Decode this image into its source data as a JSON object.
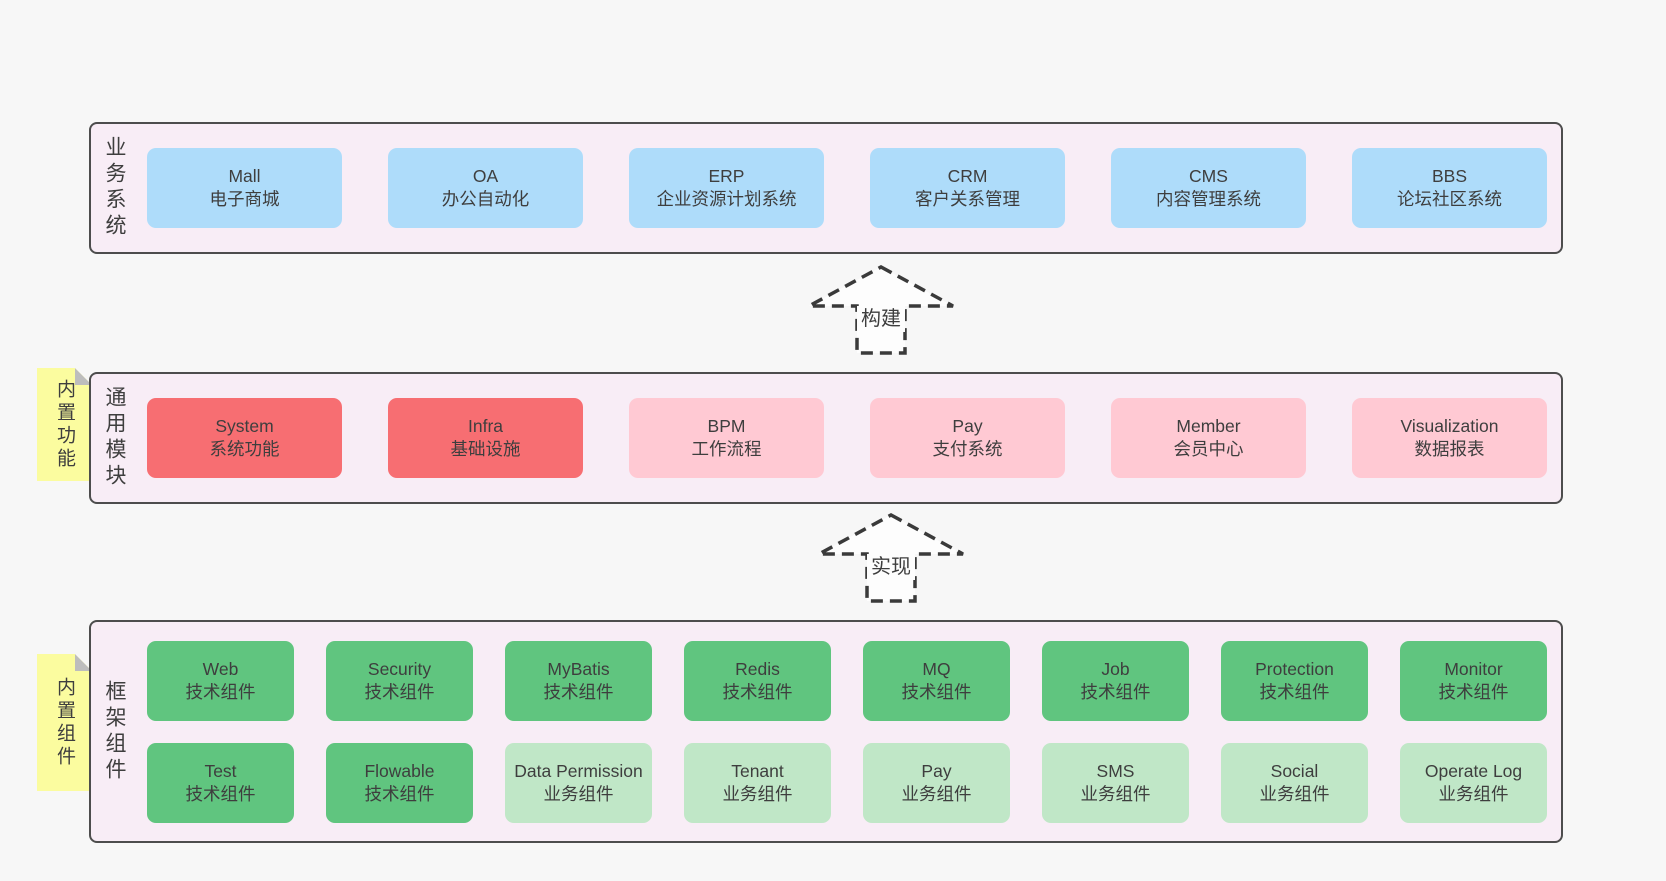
{
  "colors": {
    "page_bg": "#f7f7f7",
    "container_bg": "#f8edf6",
    "container_border": "#4d4d4d",
    "blue": "#aedcfa",
    "red": "#f76e72",
    "pink": "#ffc9d3",
    "green": "#60c57f",
    "light_green": "#c0e7c7",
    "sticky_yellow": "#fbfc9f",
    "sticky_fold": "#bdbdbd",
    "text": "#3e3e3e",
    "arrow_stroke": "#3a3a3a",
    "arrow_fill": "#fdfdfd"
  },
  "layers": [
    {
      "label": "业务系统",
      "boxes": [
        {
          "title": "Mall",
          "subtitle": "电子商城",
          "style": "blue"
        },
        {
          "title": "OA",
          "subtitle": "办公自动化",
          "style": "blue"
        },
        {
          "title": "ERP",
          "subtitle": "企业资源计划系统",
          "style": "blue"
        },
        {
          "title": "CRM",
          "subtitle": "客户关系管理",
          "style": "blue"
        },
        {
          "title": "CMS",
          "subtitle": "内容管理系统",
          "style": "blue"
        },
        {
          "title": "BBS",
          "subtitle": "论坛社区系统",
          "style": "blue"
        }
      ]
    },
    {
      "label": "通用模块",
      "sticky": "内置功能",
      "boxes": [
        {
          "title": "System",
          "subtitle": "系统功能",
          "style": "red"
        },
        {
          "title": "Infra",
          "subtitle": "基础设施",
          "style": "red"
        },
        {
          "title": "BPM",
          "subtitle": "工作流程",
          "style": "pink"
        },
        {
          "title": "Pay",
          "subtitle": "支付系统",
          "style": "pink"
        },
        {
          "title": "Member",
          "subtitle": "会员中心",
          "style": "pink"
        },
        {
          "title": "Visualization",
          "subtitle": "数据报表",
          "style": "pink"
        }
      ]
    },
    {
      "label": "框架组件",
      "sticky": "内置组件",
      "rows": [
        [
          {
            "title": "Web",
            "subtitle": "技术组件",
            "style": "green"
          },
          {
            "title": "Security",
            "subtitle": "技术组件",
            "style": "green"
          },
          {
            "title": "MyBatis",
            "subtitle": "技术组件",
            "style": "green"
          },
          {
            "title": "Redis",
            "subtitle": "技术组件",
            "style": "green"
          },
          {
            "title": "MQ",
            "subtitle": "技术组件",
            "style": "green"
          },
          {
            "title": "Job",
            "subtitle": "技术组件",
            "style": "green"
          },
          {
            "title": "Protection",
            "subtitle": "技术组件",
            "style": "green"
          },
          {
            "title": "Monitor",
            "subtitle": "技术组件",
            "style": "green"
          }
        ],
        [
          {
            "title": "Test",
            "subtitle": "技术组件",
            "style": "green"
          },
          {
            "title": "Flowable",
            "subtitle": "技术组件",
            "style": "green"
          },
          {
            "title": "Data Permission",
            "subtitle": "业务组件",
            "style": "light_green"
          },
          {
            "title": "Tenant",
            "subtitle": "业务组件",
            "style": "light_green"
          },
          {
            "title": "Pay",
            "subtitle": "业务组件",
            "style": "light_green"
          },
          {
            "title": "SMS",
            "subtitle": "业务组件",
            "style": "light_green"
          },
          {
            "title": "Social",
            "subtitle": "业务组件",
            "style": "light_green"
          },
          {
            "title": "Operate Log",
            "subtitle": "业务组件",
            "style": "light_green"
          }
        ]
      ]
    }
  ],
  "arrows": [
    {
      "label": "构建"
    },
    {
      "label": "实现"
    }
  ]
}
